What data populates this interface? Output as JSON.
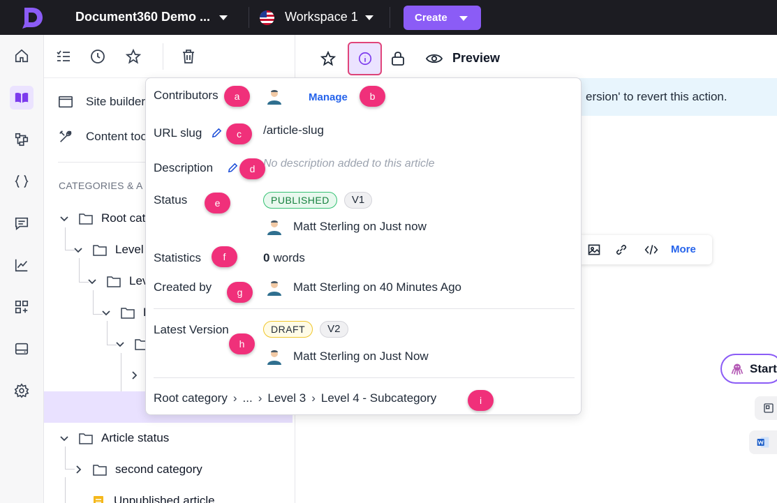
{
  "topbar": {
    "project_name": "Document360 Demo ...",
    "workspace": "Workspace 1",
    "create_label": "Create"
  },
  "tree": {
    "links": [
      {
        "label": "Site builder",
        "icon": "browser-window-icon"
      },
      {
        "label": "Content too",
        "icon": "tools-icon"
      }
    ],
    "categories_heading": "CATEGORIES & A",
    "rows": [
      {
        "label": "Root cat"
      },
      {
        "label": "Level"
      },
      {
        "label": "Lev"
      },
      {
        "label": "L"
      },
      {
        "label": "Article status"
      },
      {
        "label": "second category"
      },
      {
        "label": "Unpublished article"
      }
    ]
  },
  "main": {
    "preview_label": "Preview",
    "banner_text": "ersion' to revert this action.",
    "editor_more": "More",
    "start_label": "Start"
  },
  "popover": {
    "contributors_label": "Contributors",
    "manage_label": "Manage",
    "url_slug_label": "URL slug",
    "url_slug_value": "/article-slug",
    "description_label": "Description",
    "description_value": "No description added to this article",
    "status_label": "Status",
    "status_badge": "PUBLISHED",
    "status_version": "V1",
    "status_author": "Matt Sterling on Just now",
    "statistics_label": "Statistics",
    "word_count": "0",
    "words_label": "words",
    "created_by_label": "Created by",
    "created_by_value": "Matt Sterling on 40 Minutes Ago",
    "latest_version_label": "Latest Version",
    "latest_badge": "DRAFT",
    "latest_version": "V2",
    "latest_author": "Matt Sterling on Just Now",
    "breadcrumbs": [
      "Root category",
      "...",
      "Level 3",
      "Level 4 - Subcategory"
    ]
  },
  "markers": [
    "a",
    "b",
    "c",
    "d",
    "e",
    "f",
    "g",
    "h",
    "i"
  ],
  "colors": {
    "accent": "#8b5cf6",
    "link": "#2563eb",
    "marker": "#f0307a",
    "published": "#34c173",
    "draft": "#f0c62b"
  }
}
